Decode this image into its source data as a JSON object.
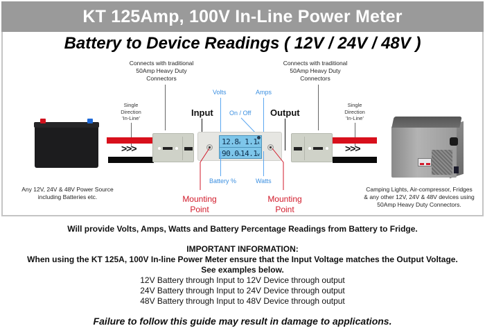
{
  "header": {
    "title": "KT 125Amp, 100V In-Line Power Meter",
    "subtitle": "Battery to Device Readings ( 12V / 24V /  48V )"
  },
  "diagram": {
    "connector_note_left": [
      "Connects with traditional",
      "50Amp Heavy Duty",
      "Connectors"
    ],
    "connector_note_right": [
      "Connects with traditional",
      "50Amp Heavy Duty",
      "Connectors"
    ],
    "direction_left": [
      "Single",
      "Direction",
      "'In-Line'"
    ],
    "direction_right": [
      "Single",
      "Direction",
      "'In-Line'"
    ],
    "arrows": ">>>",
    "input_label": "Input",
    "output_label": "Output",
    "meter_labels": {
      "volts": "Volts",
      "amps": "Amps",
      "on_off": "On / Off",
      "battery_pct": "Battery %",
      "watts": "Watts"
    },
    "mounting_point": [
      "Mounting",
      "Point"
    ],
    "lcd": {
      "volts": "12.8",
      "volts_unit": "V",
      "amps": "1.1",
      "amps_unit": "A",
      "battery": "90.0",
      "battery_unit": "%",
      "watts": "14.1",
      "watts_unit": "W"
    },
    "source_desc": [
      "Any 12V, 24V & 48V Power Source",
      "including Batteries etc."
    ],
    "device_desc": [
      "Camping Lights, Air-compressor, Fridges",
      "& any other 12V, 24V & 48V devices using",
      "50Amp Heavy Duty Connectors."
    ],
    "colors": {
      "positive_wire": "#d8101c",
      "negative_wire": "#0a0a0a",
      "meter_label": "#3b8fe0",
      "mounting_label": "#d11a2a",
      "title_bar": "#9a9a9a"
    }
  },
  "info": {
    "summary": "Will provide Volts, Amps, Watts and Battery Percentage Readings from Battery to Fridge.",
    "important_heading": "IMPORTANT INFORMATION:",
    "important_text": "When using the KT 125A, 100V In-line Power Meter ensure that the Input Voltage matches the Output Voltage.",
    "examples_heading": "See examples below.",
    "examples": [
      "12V Battery through Input to 12V Device through output",
      "24V Battery through Input to 24V Device through output",
      "48V Battery through Input to 48V Device through output"
    ],
    "warning": "Failure to follow this guide may result in damage to applications."
  }
}
